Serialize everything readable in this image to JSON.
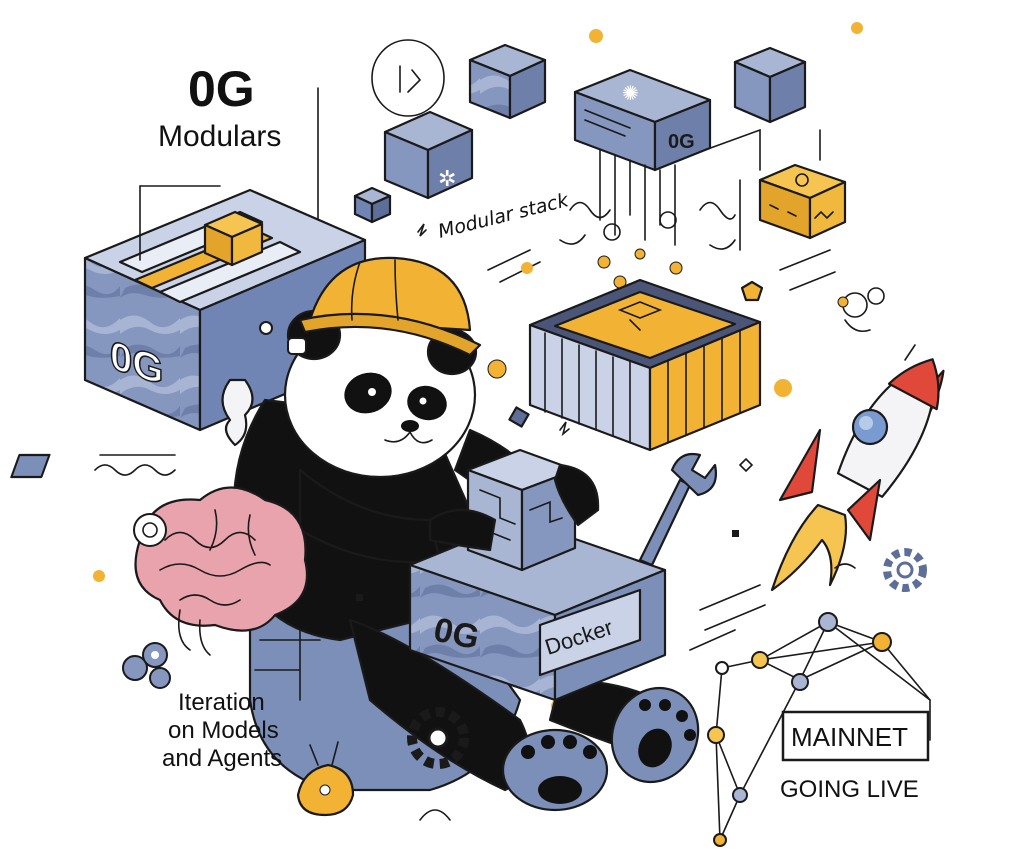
{
  "title": {
    "main": "0G",
    "sub": "Modulars"
  },
  "labels": {
    "modular_stack": "Modular stack",
    "iteration": [
      "Iteration",
      "on Models",
      "and Agents"
    ],
    "mainnet": "MAINNET",
    "going_live": "GOING LIVE"
  },
  "blocks": {
    "left_block": "0G",
    "top_block": "0G",
    "center_block": "0G",
    "docker_tag": "Docker"
  },
  "colors": {
    "slate_blue": "#7c8fb8",
    "slate_light": "#a9b6d3",
    "amber": "#f2b233",
    "brain_pink": "#e9a3ad",
    "rocket_red": "#e0483a",
    "ink": "#1a1a1a"
  },
  "icons": [
    "panda-character",
    "hard-hat-icon",
    "brain-icon",
    "rocket-icon",
    "wrench-icon",
    "gear-icon",
    "network-graph-icon",
    "shipping-container-icon"
  ]
}
